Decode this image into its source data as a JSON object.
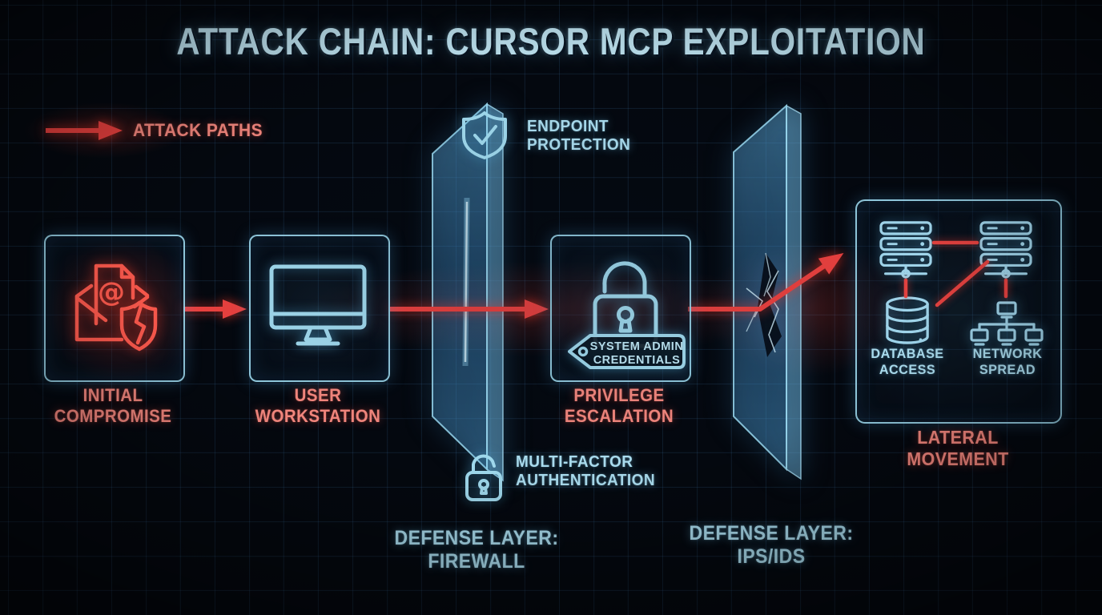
{
  "title": "ATTACK CHAIN: CURSOR MCP EXPLOITATION",
  "legend": {
    "attack_paths_label": "ATTACK PATHS"
  },
  "nodes": {
    "initial_compromise": {
      "line1": "INITIAL",
      "line2": "COMPROMISE"
    },
    "user_workstation": {
      "line1": "USER",
      "line2": "WORKSTATION"
    },
    "privilege_escalation": {
      "line1": "PRIVILEGE",
      "line2": "ESCALATION",
      "tag_line1": "SYSTEM ADMIN",
      "tag_line2": "CREDENTIALS"
    },
    "lateral_movement": {
      "label": "LATERAL MOVEMENT",
      "database": {
        "line1": "DATABASE",
        "line2": "ACCESS"
      },
      "network": {
        "line1": "NETWORK",
        "line2": "SPREAD"
      }
    }
  },
  "defenses": {
    "endpoint_protection": {
      "line1": "ENDPOINT",
      "line2": "PROTECTION"
    },
    "mfa": {
      "line1": "MULTI-FACTOR",
      "line2": "AUTHENTICATION"
    },
    "firewall": {
      "line1": "DEFENSE LAYER:",
      "line2": "FIREWALL"
    },
    "ips_ids": {
      "line1": "DEFENSE LAYER:",
      "line2": "IPS/IDS"
    }
  },
  "icons": {
    "legend": "attack-path-arrow-icon",
    "initial_compromise": "compromised-email-broken-shield-icon",
    "user_workstation": "monitor-icon",
    "privilege_escalation": "open-padlock-icon",
    "credentials": "credential-tag-icon",
    "endpoint_protection": "shield-check-icon",
    "mfa": "padlock-icon",
    "lateral_servers": "server-stack-icon",
    "database": "database-cylinder-icon",
    "network": "network-tree-icon",
    "defense_barrier": "defense-barrier-panel",
    "breach": "cracked-barrier-icon"
  },
  "colors": {
    "background": "#04080f",
    "grid_line": "#1a3350",
    "cyan_accent": "#9fd8ec",
    "cyan_text": "#aadcee",
    "title_text": "#c3e9f7",
    "attack_red": "#e8403e",
    "red_icon": "#ff5a4e",
    "red_text": "#f2867d",
    "barrier_fill": "#2e7fb8"
  }
}
